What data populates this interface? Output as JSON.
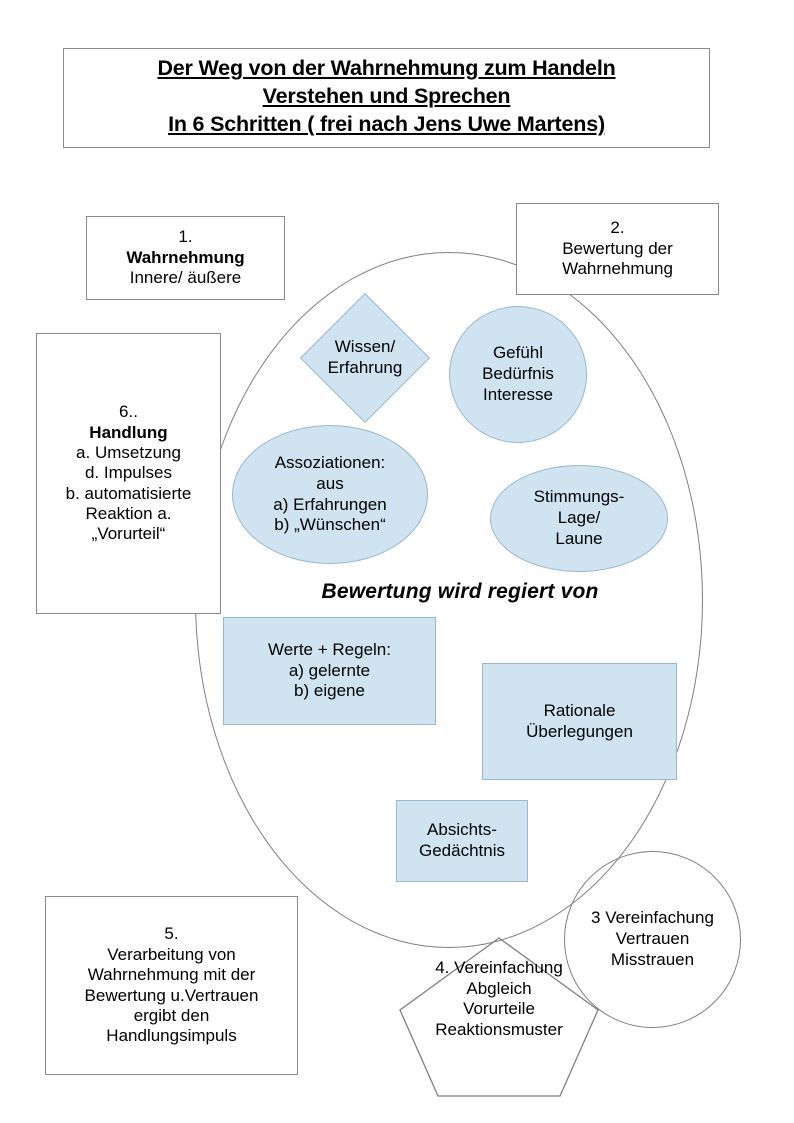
{
  "title": {
    "lines": [
      "Der Weg von der Wahrnehmung zum Handeln",
      "Verstehen und Sprechen",
      "In 6 Schritten ( frei nach Jens Uwe Martens)"
    ]
  },
  "caption": "Bewertung wird regiert von",
  "colors": {
    "shape_fill": "#cfe3f1",
    "shape_stroke": "#9bb7cb",
    "outline_stroke": "#7f7f7f",
    "box_stroke": "#8a8a8a",
    "text": "#000000",
    "background": "#ffffff"
  },
  "steps": {
    "step1": {
      "number": "1.",
      "heading": "Wahrnehmung",
      "detail": "Innere/ äußere"
    },
    "step2": {
      "number": "2.",
      "heading": "Bewertung",
      "heading_suffix": " der",
      "detail": "Wahrnehmung"
    },
    "step3": {
      "lines": [
        "3 Vereinfachung",
        "Vertrauen",
        "Misstrauen"
      ]
    },
    "step4": {
      "lines": [
        "4. Vereinfachung",
        "Abgleich",
        "Vorurteile",
        "Reaktionsmuster"
      ]
    },
    "step5": {
      "number": "5.",
      "heading": "Verarbeitung",
      "heading_suffix": " von",
      "lines": [
        "Wahrnehmung mit der",
        "Bewertung u.Vertrauen",
        "ergibt den",
        "Handlungsimpuls"
      ]
    },
    "step6": {
      "number": "6..",
      "heading": "Handlung",
      "lines": [
        "a. Umsetzung",
        "d. Impulses",
        "b. automatisierte",
        "Reaktion a.",
        "„Vorurteil“"
      ]
    }
  },
  "shapes": {
    "wissen": {
      "kind": "diamond",
      "lines": [
        "Wissen/",
        "Erfahrung"
      ]
    },
    "gefuehl": {
      "kind": "ellipse",
      "lines": [
        "Gefühl",
        "Bedürfnis",
        "Interesse"
      ]
    },
    "stimmung": {
      "kind": "ellipse",
      "lines": [
        "Stimmungs-",
        "Lage/",
        "Laune"
      ]
    },
    "assoziationen": {
      "kind": "ellipse",
      "lines": [
        "Assoziationen:",
        "aus",
        "a) Erfahrungen",
        "b) „Wünschen“"
      ]
    },
    "werte": {
      "kind": "rectangle",
      "lines": [
        "Werte + Regeln:",
        "a) gelernte",
        "b) eigene"
      ]
    },
    "rationale": {
      "kind": "rectangle",
      "lines": [
        "Rationale",
        "Überlegungen"
      ]
    },
    "absichts": {
      "kind": "rectangle",
      "lines": [
        "Absichts-",
        "Gedächtnis"
      ]
    },
    "kreis3": {
      "kind": "circle"
    },
    "pentagon4": {
      "kind": "pentagon"
    },
    "big_ellipse": {
      "kind": "ellipse-outline"
    }
  }
}
